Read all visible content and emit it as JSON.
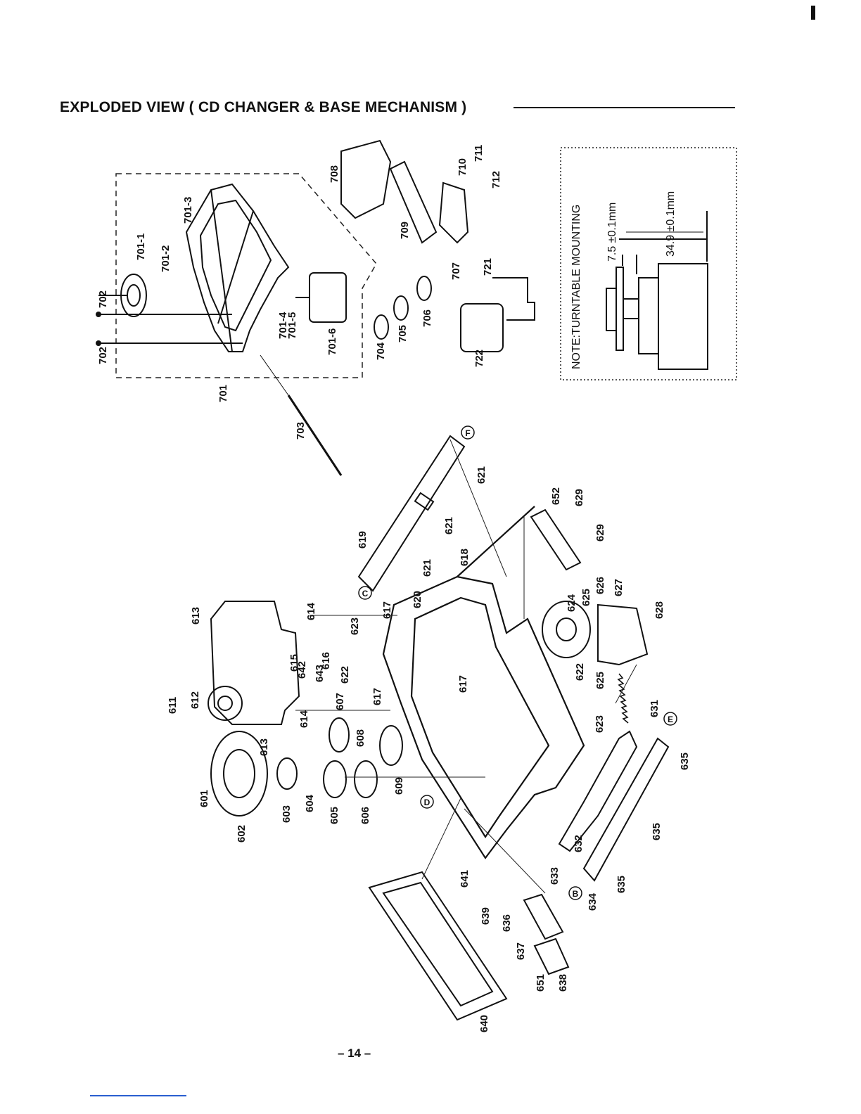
{
  "page": {
    "title": "EXPLODED VIEW ( CD CHANGER & BASE MECHANISM )",
    "page_number": "– 14 –"
  },
  "note": {
    "heading": "NOTE:TURNTABLE MOUNTING",
    "dim_a": "7.5 ±0.1mm",
    "dim_b": "34.9 ±0.1mm"
  },
  "callouts": [
    "F",
    "C",
    "D",
    "E",
    "B"
  ],
  "parts": [
    "701",
    "701-1",
    "701-2",
    "701-3",
    "701-4",
    "701-5",
    "701-6",
    "702",
    "703",
    "704",
    "705",
    "706",
    "707",
    "708",
    "709",
    "710",
    "711",
    "712",
    "721",
    "722",
    "601",
    "602",
    "603",
    "604",
    "605",
    "606",
    "607",
    "608",
    "609",
    "611",
    "612",
    "613",
    "614",
    "615",
    "616",
    "617",
    "618",
    "619",
    "620",
    "621",
    "622",
    "623",
    "624",
    "625",
    "626",
    "627",
    "628",
    "629",
    "631",
    "632",
    "633",
    "634",
    "635",
    "636",
    "637",
    "638",
    "639",
    "640",
    "641",
    "642",
    "643",
    "651",
    "652"
  ]
}
